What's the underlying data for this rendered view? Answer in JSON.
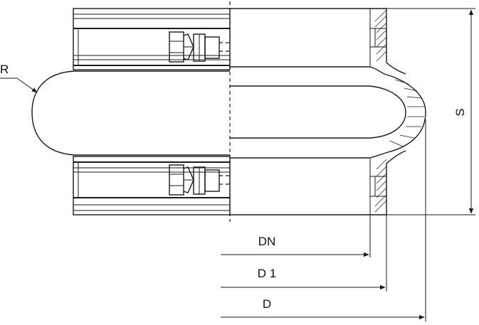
{
  "labels": {
    "radius": "R",
    "height": "S",
    "nominal_diameter": "DN",
    "inner_diameter": "D 1",
    "outer_diameter": "D"
  }
}
